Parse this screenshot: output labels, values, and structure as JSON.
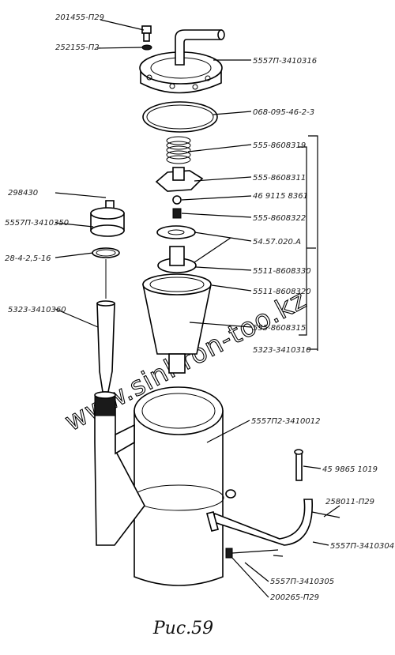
{
  "diagram": {
    "caption": "Рис.59",
    "watermark": "www.sinhron-too.kz",
    "labels": {
      "bolt": "201455-П29",
      "washer": "252155-П2",
      "cover": "5557П-3410316",
      "gasket_ring": "068-095-46-2-3",
      "spring": "555-8608319",
      "valve_plate": "555-8608311",
      "ball": "46 9115 8361",
      "small_spring": "555-8608322",
      "seal": "54.57.020.А",
      "valve_seat": "5511-8608330",
      "valve_assembly": "5511-8608320",
      "cup": "555-8608315",
      "filter_assembly": "5323-3410310",
      "plug": "298430",
      "cap": "5557П-3410350",
      "o_ring": "28-4-2,5-16",
      "tube": "5323-3410360",
      "housing": "5557П2-3410012",
      "pin": "45 9865 1019",
      "clamp_nut": "258011-П29",
      "clamp": "5557П-3410304",
      "clamp_bolt_part": "5557П-3410305",
      "clamp_bolt": "200265-П29"
    }
  }
}
